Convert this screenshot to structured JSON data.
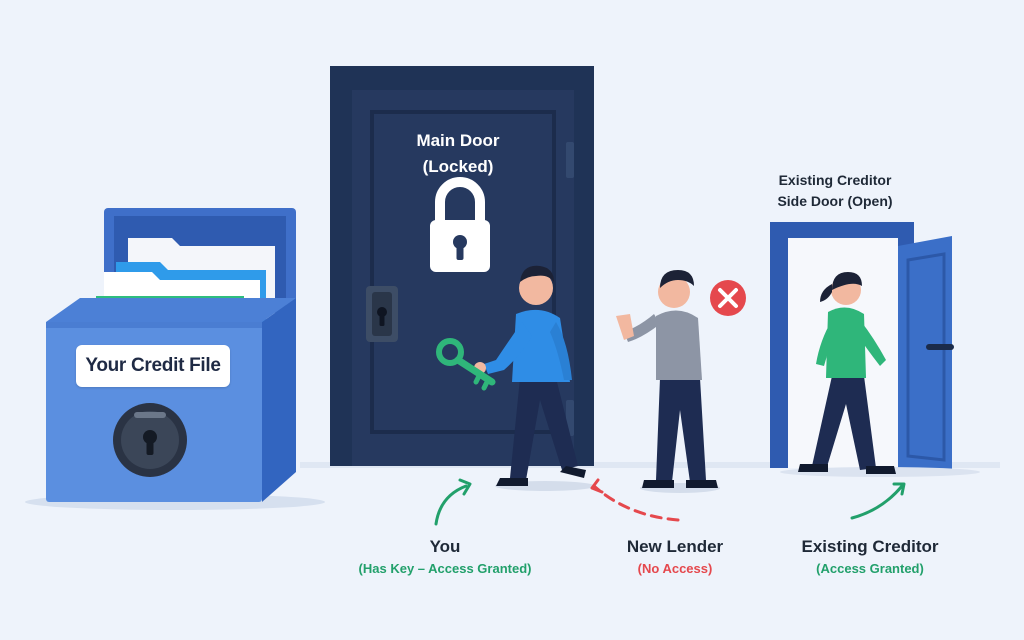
{
  "filing_cabinet": {
    "label": "Your Credit File"
  },
  "main_door": {
    "title_line1": "Main Door",
    "title_line2": "(Locked)"
  },
  "side_door": {
    "title_line1": "Existing Creditor",
    "title_line2": "Side Door (Open)"
  },
  "people": {
    "you": {
      "name": "You",
      "status": "(Has Key – Access Granted)"
    },
    "new_lender": {
      "name": "New Lender",
      "status": "(No Access)"
    },
    "existing_creditor": {
      "name": "Existing Creditor",
      "status": "(Access Granted)"
    }
  },
  "colors": {
    "background": "#eef3fb",
    "door_navy": "#26395f",
    "door_frame": "#1f3356",
    "cabinet_blue": "#5b8fe0",
    "granted_green": "#22a06b",
    "denied_red": "#e5484d",
    "key_green": "#2fb67a"
  },
  "icons": [
    "padlock-icon",
    "keyhole-icon",
    "key-icon",
    "deny-x-icon",
    "arrow-icon"
  ]
}
